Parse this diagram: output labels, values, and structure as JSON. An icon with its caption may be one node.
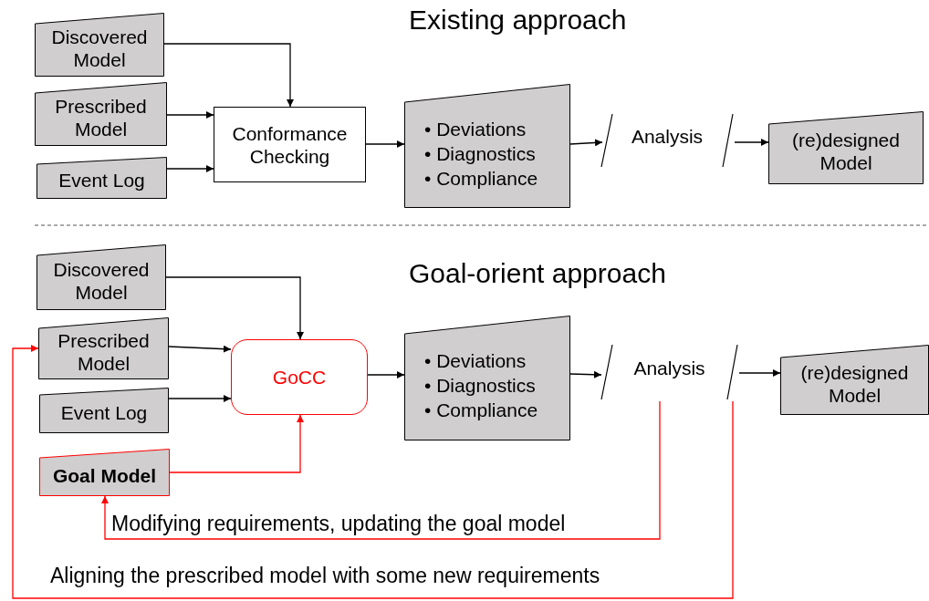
{
  "diagram": {
    "nodes": [
      {
        "text": [
          "Discovered Model"
        ]
      },
      {
        "text": [
          "Prescribed Model"
        ]
      },
      {
        "text": [
          "Event Log"
        ]
      },
      {
        "text": [
          "Conformance Checking"
        ]
      },
      {
        "text": [
          "• Deviations",
          "• Diagnostics",
          "• Compliance"
        ]
      },
      {
        "text": [
          "Analysis"
        ]
      },
      {
        "text": [
          "(re)designed Model"
        ]
      },
      {
        "text": [
          "Discovered Model"
        ]
      },
      {
        "text": [
          "Prescribed Model"
        ]
      },
      {
        "text": [
          "Event Log"
        ]
      },
      {
        "text": [
          "GoCC"
        ]
      },
      {
        "text": [
          "Goal Model"
        ]
      },
      {
        "text": [
          "• Deviations",
          "• Diagnostics",
          "• Compliance"
        ]
      },
      {
        "text": [
          "Analysis"
        ]
      },
      {
        "text": [
          "(re)designed Model"
        ]
      }
    ],
    "edges": [
      {
        "from": 0,
        "to": 3,
        "arrow": "to"
      },
      {
        "from": 1,
        "to": 3,
        "arrow": "to"
      },
      {
        "from": 2,
        "to": 3,
        "arrow": "to"
      },
      {
        "from": 3,
        "to": 4,
        "arrow": "to"
      },
      {
        "from": 4,
        "to": 5,
        "arrow": "to"
      },
      {
        "from": 5,
        "to": 6,
        "arrow": "to"
      },
      {
        "from": 7,
        "to": 10,
        "arrow": "to"
      },
      {
        "from": 8,
        "to": 10,
        "arrow": "to"
      },
      {
        "from": 9,
        "to": 10,
        "arrow": "to"
      },
      {
        "from": 11,
        "to": 10,
        "arrow": "to",
        "color": "#ff0000"
      },
      {
        "from": 10,
        "to": 12,
        "arrow": "to"
      },
      {
        "from": 12,
        "to": 13,
        "arrow": "to"
      },
      {
        "from": 13,
        "to": 14,
        "arrow": "to"
      },
      {
        "from": 13,
        "to": 11,
        "arrow": "to",
        "label": "Modifying requirements, updating the goal model",
        "color": "#ff0000"
      },
      {
        "from": 13,
        "to": 8,
        "arrow": "to",
        "label": "Aligning the prescribed model with some new requirements",
        "color": "#ff0000"
      }
    ],
    "labels": [
      "Existing approach",
      "Goal-orient approach"
    ]
  }
}
